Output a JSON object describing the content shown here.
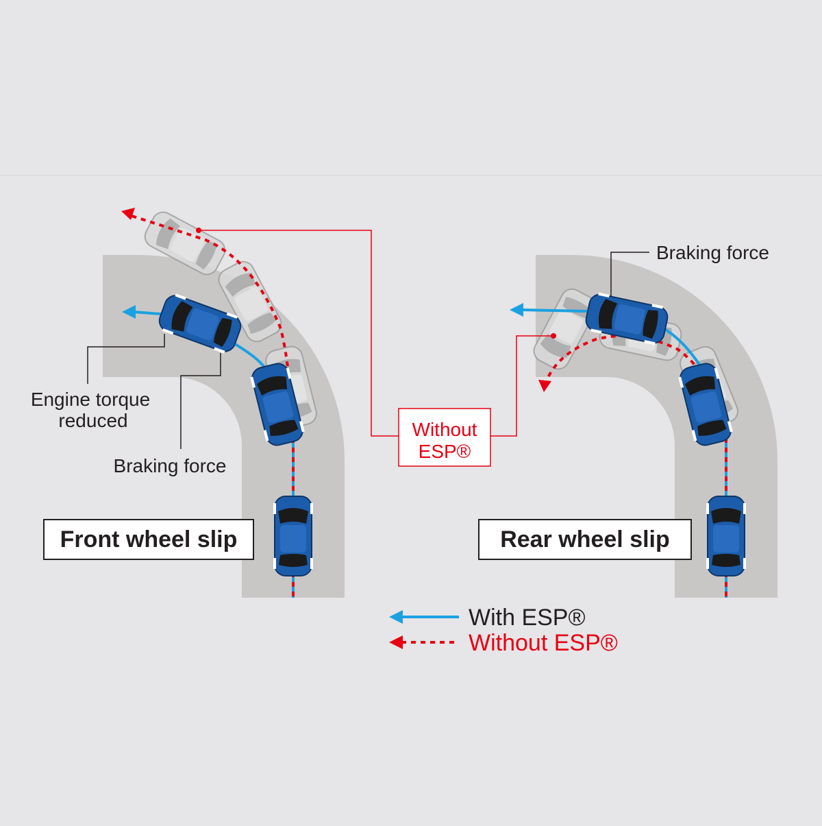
{
  "colors": {
    "with_esp": "#1ba1e2",
    "without_esp": "#e60012",
    "road": "#c9c7c6",
    "car_body": "#1c5dab",
    "ghost_car": "#d9d9d9"
  },
  "panels": {
    "front": {
      "title": "Front wheel slip",
      "label_engine_line1": "Engine torque",
      "label_engine_line2": "reduced",
      "label_braking": "Braking force"
    },
    "rear": {
      "title": "Rear wheel slip",
      "label_braking": "Braking force"
    }
  },
  "callout": {
    "line1": "Without",
    "line2": "ESP®"
  },
  "legend": {
    "with_esp": "With ESP®",
    "without_esp": "Without ESP®"
  }
}
